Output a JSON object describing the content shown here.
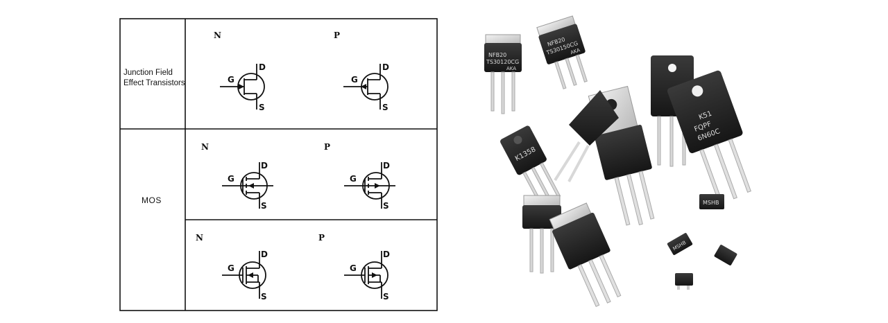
{
  "table": {
    "rows": [
      {
        "label_lines": [
          "Junction Field",
          "Effect Transistors"
        ],
        "cells": [
          {
            "polarity": "N",
            "terminals": {
              "gate": "G",
              "drain": "D",
              "source": "S"
            }
          },
          {
            "polarity": "P",
            "terminals": {
              "gate": "G",
              "drain": "D",
              "source": "S"
            }
          }
        ]
      },
      {
        "label": "MOS",
        "cells": [
          {
            "polarity": "N",
            "terminals": {
              "gate": "G",
              "drain": "D",
              "source": "S"
            }
          },
          {
            "polarity": "P",
            "terminals": {
              "gate": "G",
              "drain": "D",
              "source": "S"
            }
          },
          {
            "polarity": "N",
            "terminals": {
              "gate": "G",
              "drain": "D",
              "source": "S"
            }
          },
          {
            "polarity": "P",
            "terminals": {
              "gate": "G",
              "drain": "D",
              "source": "S"
            }
          }
        ]
      }
    ]
  },
  "photo": {
    "package_markings": [
      "NFB20",
      "TS30120CG",
      "AKA",
      "NFB20",
      "TS30150CG",
      "AKA",
      "K1358",
      "FQPF",
      "6N60C",
      "K51",
      "MSHB",
      "MSHB"
    ]
  }
}
